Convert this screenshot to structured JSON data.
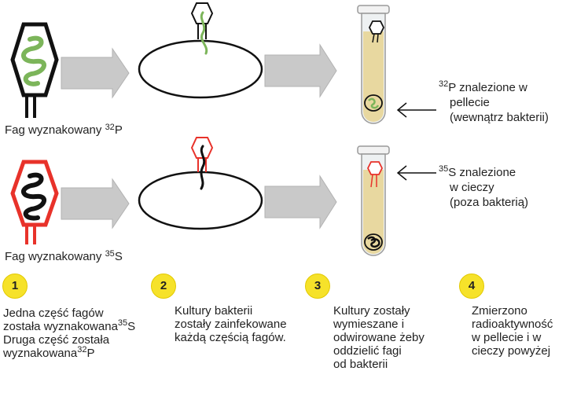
{
  "colors": {
    "green_dna": "#7cb55a",
    "red_phage": "#e8322a",
    "gray_arrow": "#c9c9c9",
    "step_yellow": "#f6e22a",
    "tube_fluid": "#e8d8a0"
  },
  "phage_labels": {
    "p32": {
      "text": "Fag wyznakowany ",
      "isotope_mass": "32",
      "isotope_symbol": "P"
    },
    "s35": {
      "text": "Fag wyznakowany ",
      "isotope_mass": "35",
      "isotope_symbol": "S"
    }
  },
  "results": {
    "p32": {
      "isotope_mass": "32",
      "isotope_symbol": "P",
      "line1": " znalezione w",
      "line2": "pellecie",
      "line3": "(wewnątrz bakterii)"
    },
    "s35": {
      "isotope_mass": "35",
      "isotope_symbol": "S",
      "line1": " znalezione",
      "line2": "w cieczy",
      "line3": "(poza bakterią)"
    }
  },
  "steps": [
    {
      "number": "1",
      "lines": [
        "Jedna część fagów",
        "została wyznakowana",
        "Druga część została",
        "wyznakowana"
      ],
      "iso1": {
        "mass": "35",
        "symbol": "S"
      },
      "iso2": {
        "mass": "32",
        "symbol": "P"
      }
    },
    {
      "number": "2",
      "lines": [
        "Kultury bakterii",
        "zostały zainfekowane",
        "każdą częścią fagów."
      ]
    },
    {
      "number": "3",
      "lines": [
        "Kultury zostały",
        "wymieszane i",
        "odwirowane żeby",
        "oddzielić fagi",
        "od bakterii"
      ]
    },
    {
      "number": "4",
      "lines": [
        "Zmierzono",
        "radioaktywność",
        "w pellecie i w",
        "cieczy powyżej"
      ]
    }
  ]
}
